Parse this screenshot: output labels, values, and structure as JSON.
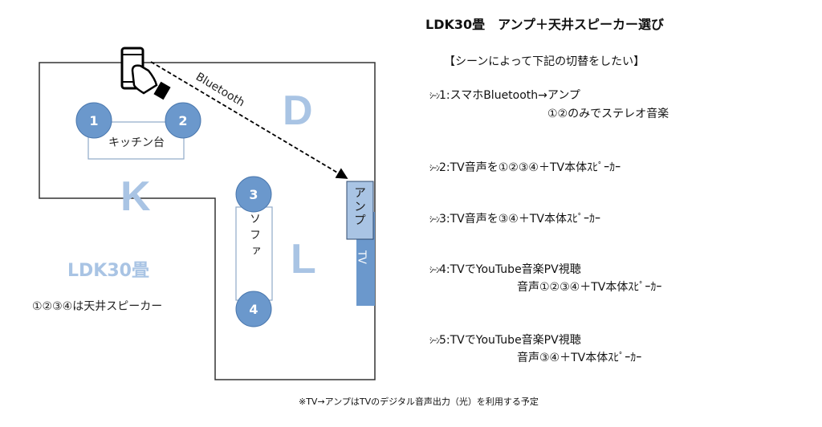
{
  "title": "LDK30畳　アンプ＋天井スピーカー選び",
  "subtitle": "【シーンによって下記の切替をしたい】",
  "scenes": [
    {
      "prefix": "ｼｰﾝ",
      "line1": "1:スマホBluetooth→アンプ",
      "line2": "①②のみでステレオ音楽"
    },
    {
      "prefix": "ｼｰﾝ",
      "line1": "2:TV音声を①②③④＋TV本体ｽﾋﾟｰｶｰ"
    },
    {
      "prefix": "ｼｰﾝ",
      "line1": "3:TV音声を③④＋TV本体ｽﾋﾟｰｶｰ"
    },
    {
      "prefix": "ｼｰﾝ",
      "line1": "4:TVでYouTube音楽PV視聴",
      "line2": "音声①②③④＋TV本体ｽﾋﾟｰｶｰ"
    },
    {
      "prefix": "ｼｰﾝ",
      "line1": "5:TVでYouTube音楽PV視聴",
      "line2": "音声③④＋TV本体ｽﾋﾟｰｶｰ"
    }
  ],
  "footnote": "※TV→アンプはTVのデジタル音声出力（光）を利用する予定",
  "diagram": {
    "zones": {
      "d": "D",
      "k": "K",
      "l": "L"
    },
    "room_label": "LDK30畳",
    "speaker_note": "①②③④は天井スピーカー",
    "speakers": [
      "1",
      "2",
      "3",
      "4"
    ],
    "kitchen": "キッチン台",
    "sofa": "ソファ",
    "amp": "アンプ",
    "tv": "TV",
    "link": "Bluetooth"
  },
  "colors": {
    "speaker": "#6b98cc",
    "zone": "#a9c4e4",
    "tv": "#6b98cc",
    "amp": "#a9c4e4",
    "outline": "#333333"
  }
}
